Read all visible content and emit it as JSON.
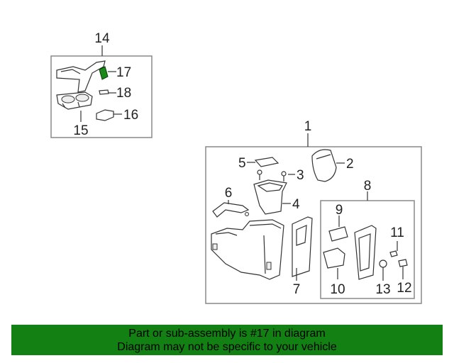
{
  "diagram": {
    "labels": {
      "l1": "1",
      "l2": "2",
      "l3": "3",
      "l4": "4",
      "l5": "5",
      "l6": "6",
      "l7": "7",
      "l8": "8",
      "l9": "9",
      "l10": "10",
      "l11": "11",
      "l12": "12",
      "l13": "13",
      "l14": "14",
      "l15": "15",
      "l16": "16",
      "l17": "17",
      "l18": "18"
    },
    "highlight_color": "#1a8a1a"
  },
  "banner": {
    "line1": "Part or sub-assembly is #17 in diagram",
    "line2": "Diagram may not be specific to your vehicle",
    "background": "#138013"
  }
}
